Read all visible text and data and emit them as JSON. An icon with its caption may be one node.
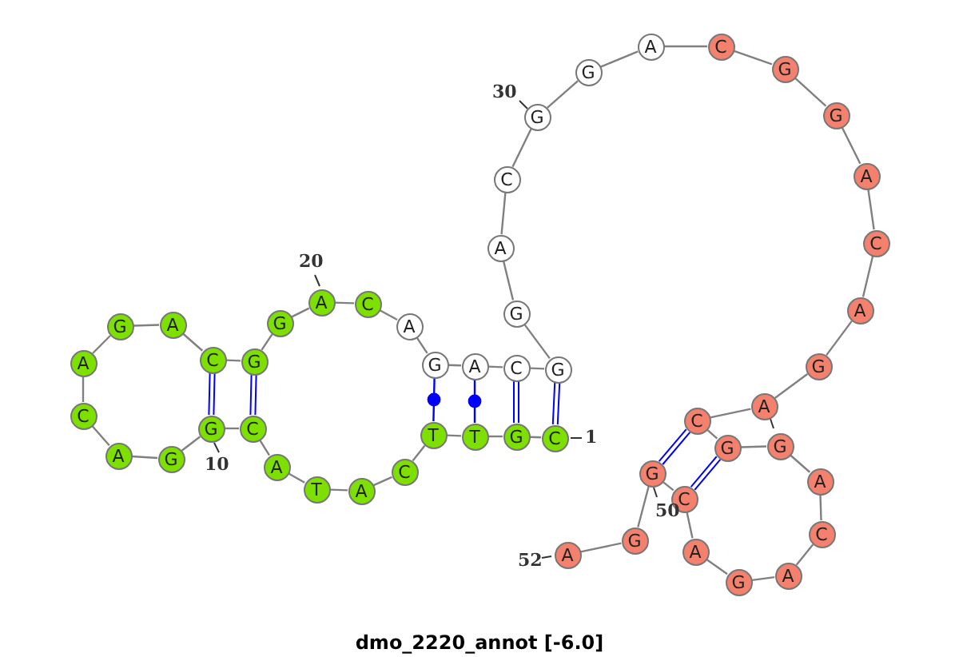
{
  "diagram": {
    "caption": "dmo_2220_annot [-6.0]",
    "nodes": [
      {
        "text": [
          "C"
        ],
        "beside": [
          "1"
        ]
      },
      {
        "text": [
          "G"
        ]
      },
      {
        "text": [
          "T"
        ]
      },
      {
        "text": [
          "T"
        ]
      },
      {
        "text": [
          "C"
        ]
      },
      {
        "text": [
          "A"
        ]
      },
      {
        "text": [
          "T"
        ]
      },
      {
        "text": [
          "A"
        ]
      },
      {
        "text": [
          "C"
        ]
      },
      {
        "text": [
          "G"
        ],
        "beside": [
          "10"
        ]
      },
      {
        "text": [
          "G"
        ]
      },
      {
        "text": [
          "A"
        ]
      },
      {
        "text": [
          "C"
        ]
      },
      {
        "text": [
          "A"
        ]
      },
      {
        "text": [
          "G"
        ]
      },
      {
        "text": [
          "A"
        ]
      },
      {
        "text": [
          "C"
        ]
      },
      {
        "text": [
          "G"
        ]
      },
      {
        "text": [
          "G"
        ]
      },
      {
        "text": [
          "A"
        ],
        "beside": [
          "20"
        ]
      },
      {
        "text": [
          "C"
        ]
      },
      {
        "text": [
          "A"
        ]
      },
      {
        "text": [
          "G"
        ]
      },
      {
        "text": [
          "A"
        ]
      },
      {
        "text": [
          "C"
        ]
      },
      {
        "text": [
          "G"
        ]
      },
      {
        "text": [
          "G"
        ]
      },
      {
        "text": [
          "A"
        ]
      },
      {
        "text": [
          "C"
        ]
      },
      {
        "text": [
          "G"
        ],
        "beside": [
          "30"
        ]
      },
      {
        "text": [
          "G"
        ]
      },
      {
        "text": [
          "A"
        ]
      },
      {
        "text": [
          "C"
        ]
      },
      {
        "text": [
          "G"
        ]
      },
      {
        "text": [
          "G"
        ]
      },
      {
        "text": [
          "A"
        ]
      },
      {
        "text": [
          "C"
        ]
      },
      {
        "text": [
          "A"
        ]
      },
      {
        "text": [
          "G"
        ]
      },
      {
        "text": [
          "A"
        ]
      },
      {
        "text": [
          "C"
        ]
      },
      {
        "text": [
          "G"
        ]
      },
      {
        "text": [
          "G"
        ]
      },
      {
        "text": [
          "A"
        ]
      },
      {
        "text": [
          "C"
        ]
      },
      {
        "text": [
          "A"
        ]
      },
      {
        "text": [
          "G"
        ]
      },
      {
        "text": [
          "A"
        ]
      },
      {
        "text": [
          "C"
        ]
      },
      {
        "text": [
          "G"
        ]
      },
      {
        "text": [
          "G"
        ]
      },
      {
        "text": [
          "A"
        ],
        "beside": [
          "52"
        ]
      }
    ],
    "edges": [
      {
        "from": 0,
        "to": 1,
        "arrow": "none"
      },
      {
        "from": 1,
        "to": 2,
        "arrow": "none"
      },
      {
        "from": 2,
        "to": 3,
        "arrow": "none"
      },
      {
        "from": 3,
        "to": 4,
        "arrow": "none"
      },
      {
        "from": 4,
        "to": 5,
        "arrow": "none"
      },
      {
        "from": 5,
        "to": 6,
        "arrow": "none"
      },
      {
        "from": 6,
        "to": 7,
        "arrow": "none"
      },
      {
        "from": 7,
        "to": 8,
        "arrow": "none"
      },
      {
        "from": 8,
        "to": 9,
        "arrow": "none"
      },
      {
        "from": 9,
        "to": 10,
        "arrow": "none"
      },
      {
        "from": 10,
        "to": 11,
        "arrow": "none"
      },
      {
        "from": 11,
        "to": 12,
        "arrow": "none"
      },
      {
        "from": 12,
        "to": 13,
        "arrow": "none"
      },
      {
        "from": 13,
        "to": 14,
        "arrow": "none"
      },
      {
        "from": 14,
        "to": 15,
        "arrow": "none"
      },
      {
        "from": 15,
        "to": 16,
        "arrow": "none"
      },
      {
        "from": 16,
        "to": 17,
        "arrow": "none"
      },
      {
        "from": 17,
        "to": 18,
        "arrow": "none"
      },
      {
        "from": 18,
        "to": 19,
        "arrow": "none"
      },
      {
        "from": 19,
        "to": 20,
        "arrow": "none"
      },
      {
        "from": 20,
        "to": 21,
        "arrow": "none"
      },
      {
        "from": 21,
        "to": 22,
        "arrow": "none"
      },
      {
        "from": 22,
        "to": 23,
        "arrow": "none"
      },
      {
        "from": 23,
        "to": 24,
        "arrow": "none"
      },
      {
        "from": 24,
        "to": 25,
        "arrow": "none"
      },
      {
        "from": 25,
        "to": 26,
        "arrow": "none"
      },
      {
        "from": 26,
        "to": 27,
        "arrow": "none"
      },
      {
        "from": 27,
        "to": 28,
        "arrow": "none"
      },
      {
        "from": 28,
        "to": 29,
        "arrow": "none"
      },
      {
        "from": 29,
        "to": 30,
        "arrow": "none"
      },
      {
        "from": 30,
        "to": 31,
        "arrow": "none"
      },
      {
        "from": 31,
        "to": 32,
        "arrow": "none"
      },
      {
        "from": 32,
        "to": 33,
        "arrow": "none"
      },
      {
        "from": 33,
        "to": 34,
        "arrow": "none"
      },
      {
        "from": 34,
        "to": 35,
        "arrow": "none"
      },
      {
        "from": 35,
        "to": 36,
        "arrow": "none"
      },
      {
        "from": 36,
        "to": 37,
        "arrow": "none"
      },
      {
        "from": 37,
        "to": 38,
        "arrow": "none"
      },
      {
        "from": 38,
        "to": 39,
        "arrow": "none"
      },
      {
        "from": 39,
        "to": 40,
        "arrow": "none"
      },
      {
        "from": 40,
        "to": 41,
        "arrow": "none"
      },
      {
        "from": 41,
        "to": 42,
        "arrow": "none"
      },
      {
        "from": 42,
        "to": 43,
        "arrow": "none"
      },
      {
        "from": 43,
        "to": 44,
        "arrow": "none"
      },
      {
        "from": 44,
        "to": 45,
        "arrow": "none"
      },
      {
        "from": 45,
        "to": 46,
        "arrow": "none"
      },
      {
        "from": 46,
        "to": 47,
        "arrow": "none"
      },
      {
        "from": 47,
        "to": 48,
        "arrow": "none"
      },
      {
        "from": 48,
        "to": 49,
        "arrow": "none"
      },
      {
        "from": 49,
        "to": 50,
        "arrow": "none"
      },
      {
        "from": 50,
        "to": 51,
        "arrow": "none"
      },
      {
        "from": 0,
        "to": 25,
        "arrow": "none",
        "color": "#0000ff"
      },
      {
        "from": 1,
        "to": 24,
        "arrow": "none",
        "color": "#0000ff"
      },
      {
        "from": 2,
        "to": 23,
        "arrow": "none",
        "color": "#0000ff"
      },
      {
        "from": 3,
        "to": 22,
        "arrow": "none",
        "color": "#0000ff"
      },
      {
        "from": 8,
        "to": 17,
        "arrow": "none",
        "color": "#0000ff"
      },
      {
        "from": 9,
        "to": 16,
        "arrow": "none",
        "color": "#0000ff"
      },
      {
        "from": 40,
        "to": 49,
        "arrow": "none",
        "color": "#0000ff"
      },
      {
        "from": 41,
        "to": 48,
        "arrow": "none",
        "color": "#0000ff"
      }
    ],
    "labels": [
      "50"
    ]
  }
}
